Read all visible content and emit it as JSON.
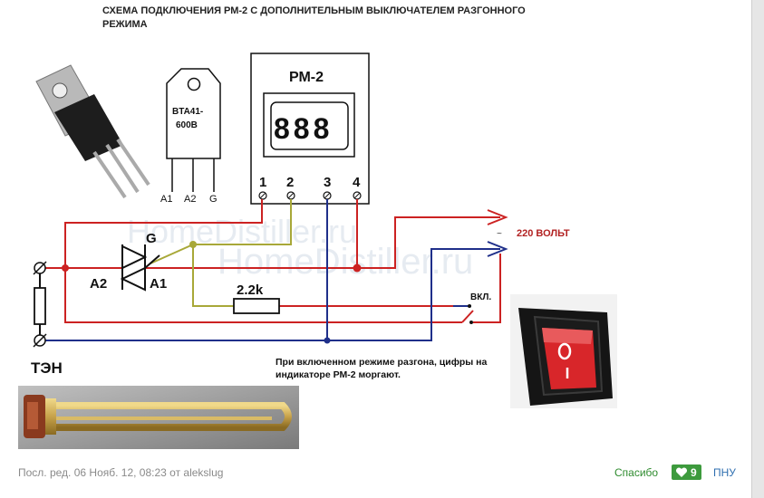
{
  "diagram": {
    "title_line1": "СХЕМА ПОДКЛЮЧЕНИЯ РМ-2 С ДОПОЛНИТЕЛЬНЫМ ВЫКЛЮЧАТЕЛЕМ РАЗГОННОГО",
    "title_line2": "РЕЖИМА",
    "triac_part_line1": "BTA41-",
    "triac_part_line2": "600B",
    "triac_pin_a1": "A1",
    "triac_pin_a2": "A2",
    "triac_pin_g": "G",
    "rm2_label": "РМ-2",
    "rm2_display": "888",
    "terminal_1": "1",
    "terminal_2": "2",
    "terminal_3": "3",
    "terminal_4": "4",
    "symbol_g": "G",
    "symbol_a2": "A2",
    "symbol_a1": "A1",
    "resistor_label": "2.2k",
    "voltage_label": "220 ВОЛЬТ",
    "tilde": "~",
    "switch_label": "ВКЛ.",
    "heater_label": "ТЭН",
    "note_line1": "При включенном режиме разгона, цифры на",
    "note_line2": "индикаторе РМ-2 моргают.",
    "watermark1": "HomeDistiller.ru",
    "watermark2": "HomeDistiller.ru"
  },
  "footer": {
    "edit_info": "Посл. ред. 06 Нояб. 12, 08:23 от alekslug",
    "thanks": "Спасибо",
    "likes": "9",
    "pnu": "ПНУ"
  },
  "colors": {
    "wire_red": "#cc2222",
    "wire_olive": "#a8a838",
    "wire_blue": "#1f2f8a",
    "accent_green": "#3d9a3d"
  }
}
